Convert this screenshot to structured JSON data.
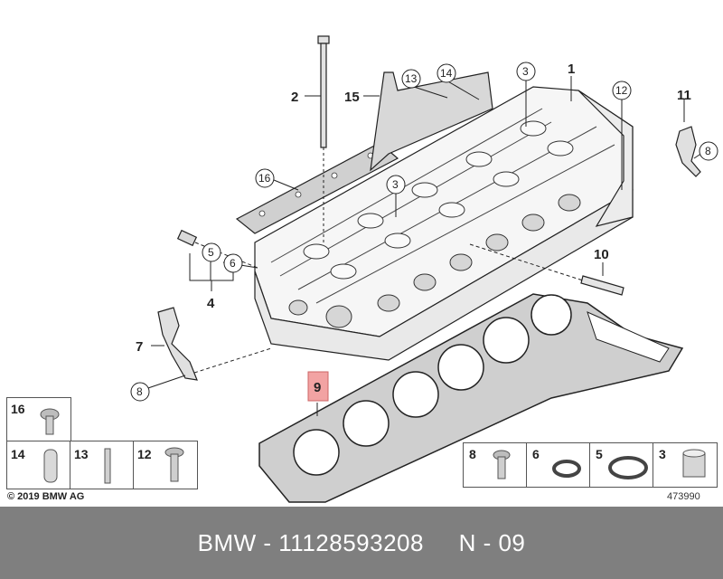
{
  "diagram": {
    "callouts": [
      "1",
      "2",
      "3",
      "4",
      "5",
      "6",
      "7",
      "8",
      "9",
      "10",
      "11",
      "12",
      "13",
      "14",
      "15",
      "16"
    ],
    "highlighted_part": "9"
  },
  "legend_left": [
    {
      "num": "16",
      "icon": "bolt-icon"
    },
    {
      "num": "14",
      "icon": "dowel-pin-icon"
    },
    {
      "num": "13",
      "icon": "stud-icon"
    },
    {
      "num": "12",
      "icon": "flange-bolt-icon"
    }
  ],
  "legend_right": [
    {
      "num": "8",
      "icon": "bolt-icon"
    },
    {
      "num": "6",
      "icon": "o-ring-icon"
    },
    {
      "num": "5",
      "icon": "seal-ring-icon"
    },
    {
      "num": "3",
      "icon": "sleeve-icon"
    }
  ],
  "copyright": "© 2019 BMW AG",
  "diagram_id": "473990",
  "footer": {
    "text": "BMW - 11128593208     N - 09"
  },
  "colors": {
    "highlight": "#f2a3a3",
    "footer_bg": "#7f7f7f",
    "line": "#222222"
  }
}
